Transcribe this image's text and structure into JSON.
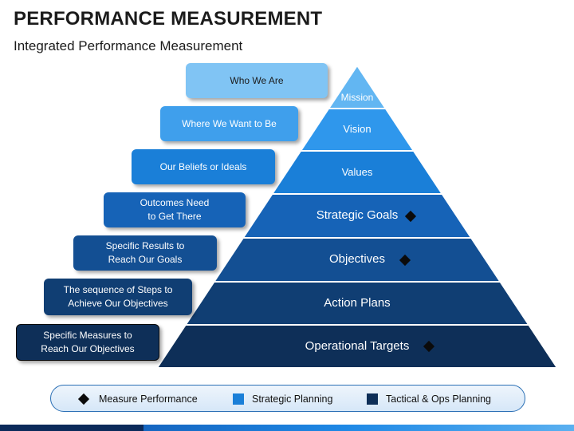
{
  "title": "PERFORMANCE MEASUREMENT",
  "subtitle": "Integrated Performance Measurement",
  "pyramid": {
    "levels": [
      {
        "label": "Mission",
        "color": "#62b6f2",
        "measure": false
      },
      {
        "label": "Vision",
        "color": "#2f97ec",
        "measure": false
      },
      {
        "label": "Values",
        "color": "#1a7fd8",
        "measure": false
      },
      {
        "label": "Strategic Goals",
        "color": "#1663b7",
        "measure": true
      },
      {
        "label": "Objectives",
        "color": "#134f93",
        "measure": true
      },
      {
        "label": "Action Plans",
        "color": "#103e73",
        "measure": false
      },
      {
        "label": "Operational Targets",
        "color": "#0e2f58",
        "measure": true
      }
    ]
  },
  "boxes": [
    {
      "text": "Who We Are",
      "color": "#80c4f4",
      "textColor": "#1b1b1b"
    },
    {
      "text": "Where We Want to Be",
      "color": "#3f9fec",
      "textColor": "#ffffff"
    },
    {
      "text": "Our Beliefs or Ideals",
      "color": "#1a7fd8",
      "textColor": "#ffffff"
    },
    {
      "text": "Outcomes Need\nto Get There",
      "color": "#1663b7",
      "textColor": "#ffffff"
    },
    {
      "text": "Specific Results to\nReach Our Goals",
      "color": "#134f93",
      "textColor": "#ffffff"
    },
    {
      "text": "The sequence of Steps to\nAchieve Our Objectives",
      "color": "#103e73",
      "textColor": "#ffffff"
    },
    {
      "text": "Specific Measures to\nReach Our Objectives",
      "color": "#0e2f58",
      "textColor": "#ffffff"
    }
  ],
  "legend": {
    "measure": "Measure Performance",
    "strategic": "Strategic Planning",
    "tactical": "Tactical & Ops Planning",
    "strategic_color": "#1a7fd8",
    "tactical_color": "#0e2f58"
  }
}
